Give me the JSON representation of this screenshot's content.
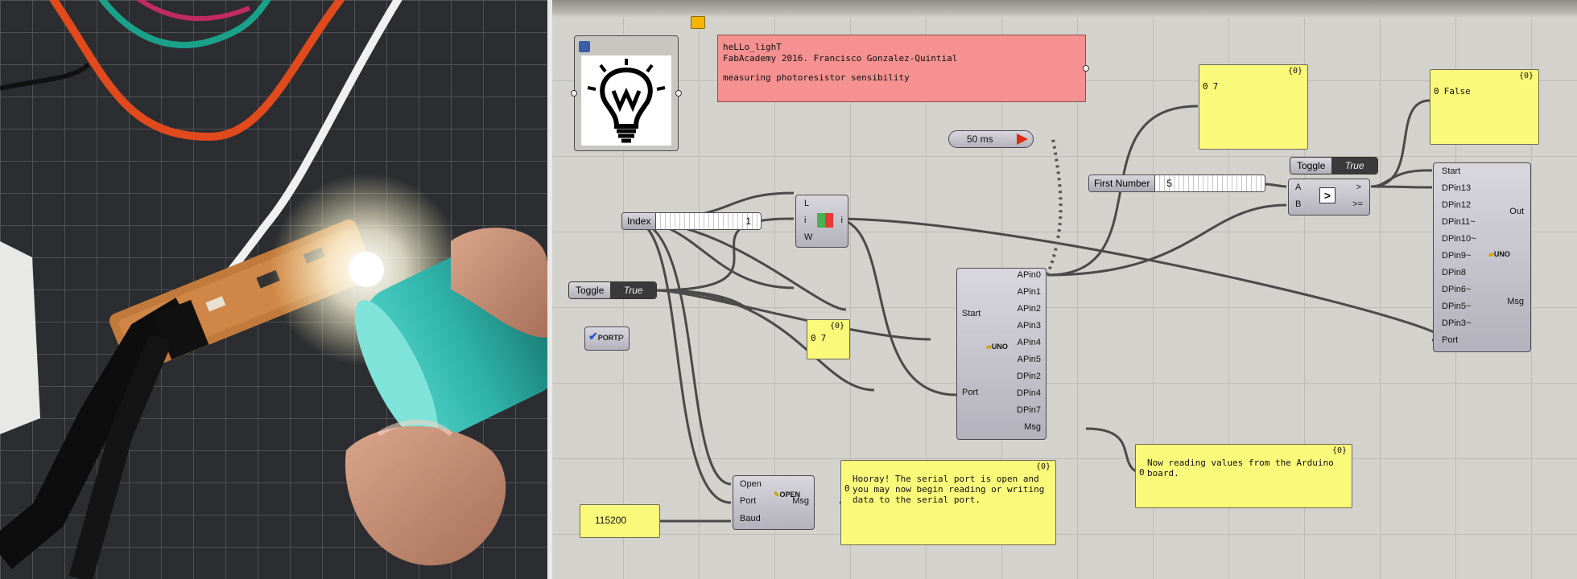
{
  "canvas": {
    "scribble": {
      "line1": "heLLo_lighT",
      "line2": "FabAcademy 2016. Francisco Gonzalez-Quintial",
      "line3": "measuring photoresistor sensibility"
    },
    "timer": {
      "label": "50 ms"
    },
    "index_slider": {
      "label": "Index",
      "value": "1"
    },
    "first_number_slider": {
      "label": "First Number",
      "value": "5"
    },
    "toggle_top": {
      "label": "Toggle",
      "value": "True"
    },
    "toggle_left": {
      "label": "Toggle",
      "value": "True"
    },
    "list_item": {
      "inputs": [
        "L",
        "i",
        "W"
      ],
      "output": "i"
    },
    "compare": {
      "inputs": [
        "A",
        "B"
      ],
      "outputs": [
        ">",
        ">="
      ]
    },
    "port_component": {
      "output": "P",
      "icon_text": "PORT"
    },
    "baud_panel": {
      "value": "115200"
    },
    "open_component": {
      "inputs": [
        "Open",
        "Port",
        "Baud"
      ],
      "output": "Msg",
      "icon_text": "OPEN"
    },
    "uno_read": {
      "inputs": [
        "Start",
        "Port"
      ],
      "outputs": [
        "APin0",
        "APin1",
        "APin2",
        "APin3",
        "APin4",
        "APin5",
        "DPin2",
        "DPin4",
        "DPin7",
        "Msg"
      ],
      "icon_text": "UNO"
    },
    "uno_write": {
      "inputs": [
        "Start",
        "DPin13",
        "DPin12",
        "DPin11~",
        "DPin10~",
        "DPin9~",
        "DPin8",
        "DPin6~",
        "DPin5~",
        "DPin3~",
        "Port"
      ],
      "outputs": [
        "Out",
        "Msg"
      ],
      "icon_text": "UNO"
    },
    "panels": {
      "top_value": {
        "header": "{0}",
        "index": "0",
        "text": "7"
      },
      "bool_value": {
        "header": "{0}",
        "index": "0",
        "text": "False"
      },
      "port_value": {
        "header": "{0}",
        "index": "0",
        "text": "7"
      },
      "open_msg": {
        "header": "{0}",
        "index": "0",
        "text": "Hooray! The serial port is open and you may now begin reading or writing data to the serial port."
      },
      "read_msg": {
        "header": "{0}",
        "index": "0",
        "text": "Now reading values from the Arduino board."
      }
    }
  }
}
